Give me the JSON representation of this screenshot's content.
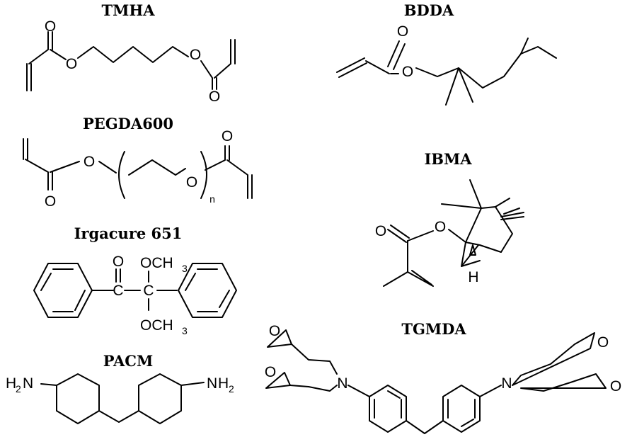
{
  "molecules": [
    {
      "name": "TMHA"
    },
    {
      "name": "BDDA"
    },
    {
      "name": "PEGDA600"
    },
    {
      "name": "IBMA"
    },
    {
      "name": "Irgacure 651"
    },
    {
      "name": "TGMDA"
    },
    {
      "name": "PACM"
    }
  ],
  "atoms": {
    "oxygen": "O",
    "nitrogen": "N",
    "carbon": "C",
    "hydrogen": "H",
    "methoxy": "OCH",
    "amine": "H",
    "amine_n": "N",
    "sub3": "3",
    "sub2": "2",
    "repeat": "n"
  }
}
